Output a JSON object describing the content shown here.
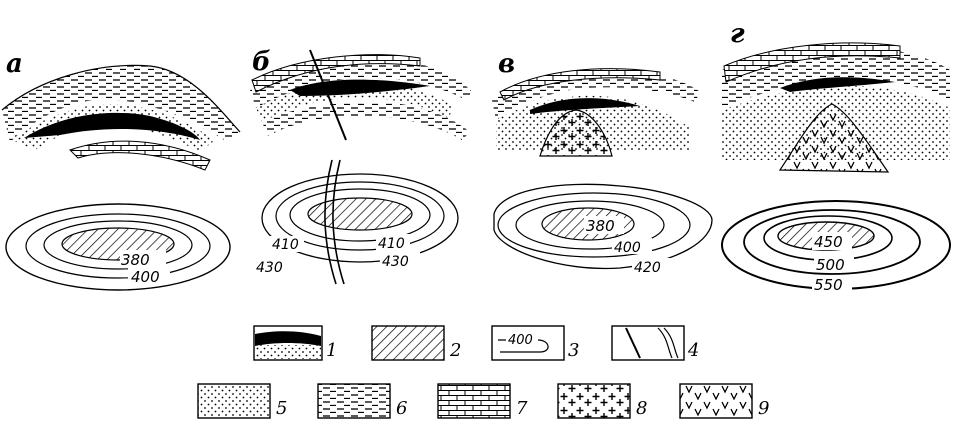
{
  "panels": [
    {
      "letter": "а",
      "contours": [
        "380",
        "400"
      ]
    },
    {
      "letter": "б",
      "contours": [
        "410",
        "410",
        "430",
        "430"
      ]
    },
    {
      "letter": "в",
      "contours": [
        "380",
        "400",
        "420"
      ]
    },
    {
      "letter": "г",
      "contours": [
        "450",
        "500",
        "550"
      ]
    }
  ],
  "legend": [
    {
      "num": "1",
      "pattern": "oil-seam"
    },
    {
      "num": "2",
      "pattern": "hatch"
    },
    {
      "num": "3",
      "pattern": "contour-line",
      "sample": "400"
    },
    {
      "num": "4",
      "pattern": "faults"
    },
    {
      "num": "5",
      "pattern": "dots"
    },
    {
      "num": "6",
      "pattern": "dashes"
    },
    {
      "num": "7",
      "pattern": "bricks"
    },
    {
      "num": "8",
      "pattern": "crosses"
    },
    {
      "num": "9",
      "pattern": "v-marks"
    }
  ]
}
